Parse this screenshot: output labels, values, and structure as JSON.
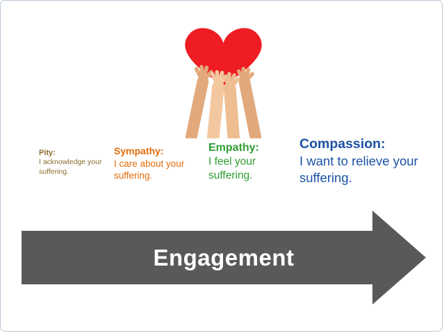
{
  "slide": {
    "background": "#ffffff",
    "border_color": "#b9c8d6"
  },
  "heart_graphic": {
    "heart_color": "#ee1c23",
    "hand_color_dark": "#e2a97c",
    "hand_color_light": "#f3c79f",
    "hand_color_mid": "#eebd92"
  },
  "stages": [
    {
      "id": "pity",
      "label": "Pity:",
      "description": "I acknowledge your suffering.",
      "color": "#8a6d2d"
    },
    {
      "id": "sympathy",
      "label": "Sympathy:",
      "description": "I care about your suffering.",
      "color": "#e36c0a"
    },
    {
      "id": "empathy",
      "label": "Empathy:",
      "description": "I feel your suffering.",
      "color": "#2f9e33"
    },
    {
      "id": "compassion",
      "label": "Compassion:",
      "description": "I want to relieve your suffering.",
      "color": "#1b52a5"
    }
  ],
  "arrow": {
    "label": "Engagement",
    "fill": "#595957",
    "text_color": "#ffffff"
  }
}
